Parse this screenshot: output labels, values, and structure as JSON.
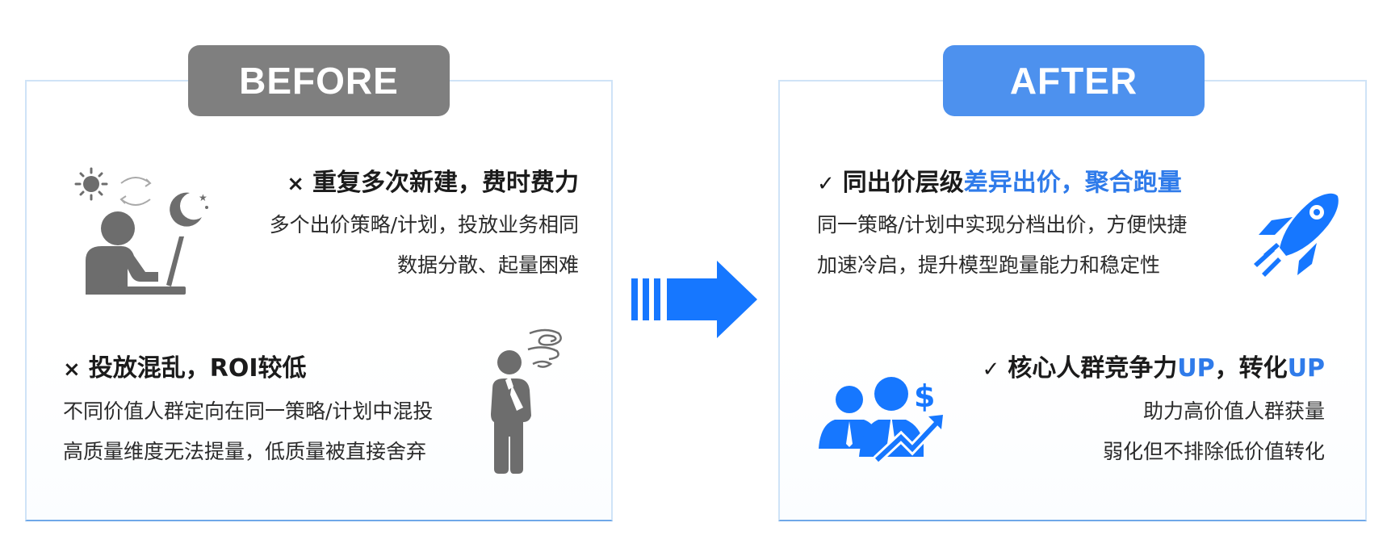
{
  "before": {
    "label": "BEFORE",
    "items": [
      {
        "mark": "×",
        "title": "重复多次新建，费时费力",
        "lines": [
          "多个出价策略/计划，投放业务相同",
          "数据分散、起量困难"
        ]
      },
      {
        "mark": "×",
        "title": "投放混乱，ROI较低",
        "lines": [
          "不同价值人群定向在同一策略/计划中混投",
          "高质量维度无法提量，低质量被直接舍弃"
        ]
      }
    ]
  },
  "after": {
    "label": "AFTER",
    "items": [
      {
        "mark": "✓",
        "title_plain": "同出价层级",
        "title_highlight": "差异出价，聚合跑量",
        "lines": [
          "同一策略/计划中实现分档出价，方便快捷",
          "加速冷启，提升模型跑量能力和稳定性"
        ]
      },
      {
        "mark": "✓",
        "title_parts": [
          "核心人群竞争力",
          "UP",
          "，转化",
          "UP"
        ],
        "lines": [
          "助力高价值人群获量",
          "弱化但不排除低价值转化"
        ]
      }
    ]
  },
  "colors": {
    "before_tag": "#7f7f7f",
    "after_tag": "#4d91ee",
    "highlight": "#2f7bea",
    "arrow": "#1677ff",
    "icon_gray": "#6d6d6d",
    "icon_blue": "#1677ff"
  },
  "icons": [
    "sun-moon-laptop-icon",
    "confused-person-icon",
    "right-arrow-icon",
    "rocket-icon",
    "business-growth-icon"
  ]
}
